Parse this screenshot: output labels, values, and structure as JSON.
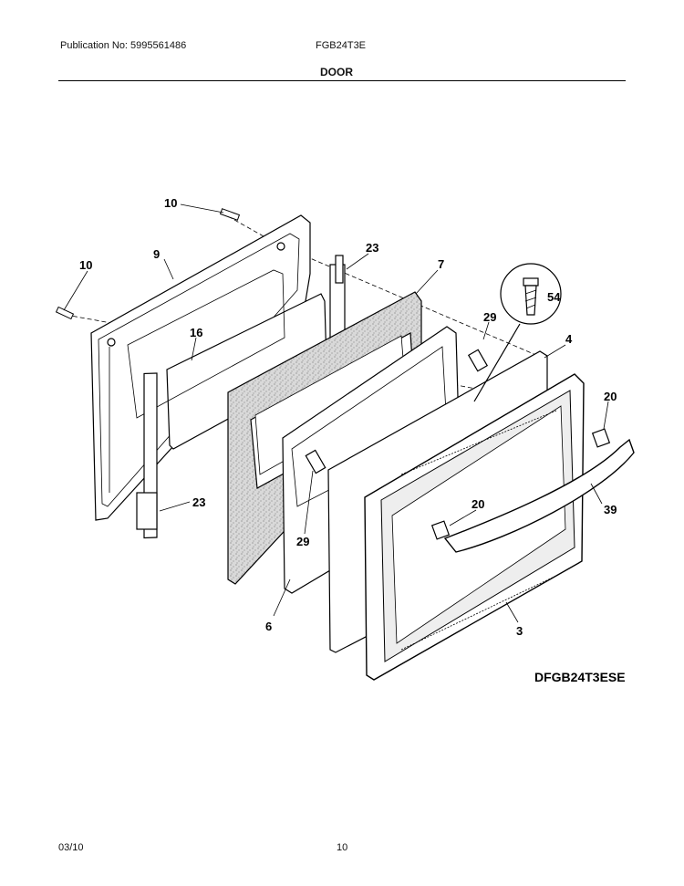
{
  "header": {
    "publication": "Publication No: 5995561486",
    "model": "FGB24T3E",
    "section": "DOOR"
  },
  "diagram": {
    "code": "DFGB24T3ESE",
    "callouts": [
      "10",
      "10",
      "9",
      "23",
      "7",
      "16",
      "29",
      "54",
      "4",
      "20",
      "23",
      "29",
      "20",
      "39",
      "6",
      "3"
    ]
  },
  "footer": {
    "date": "03/10",
    "page": "10"
  }
}
